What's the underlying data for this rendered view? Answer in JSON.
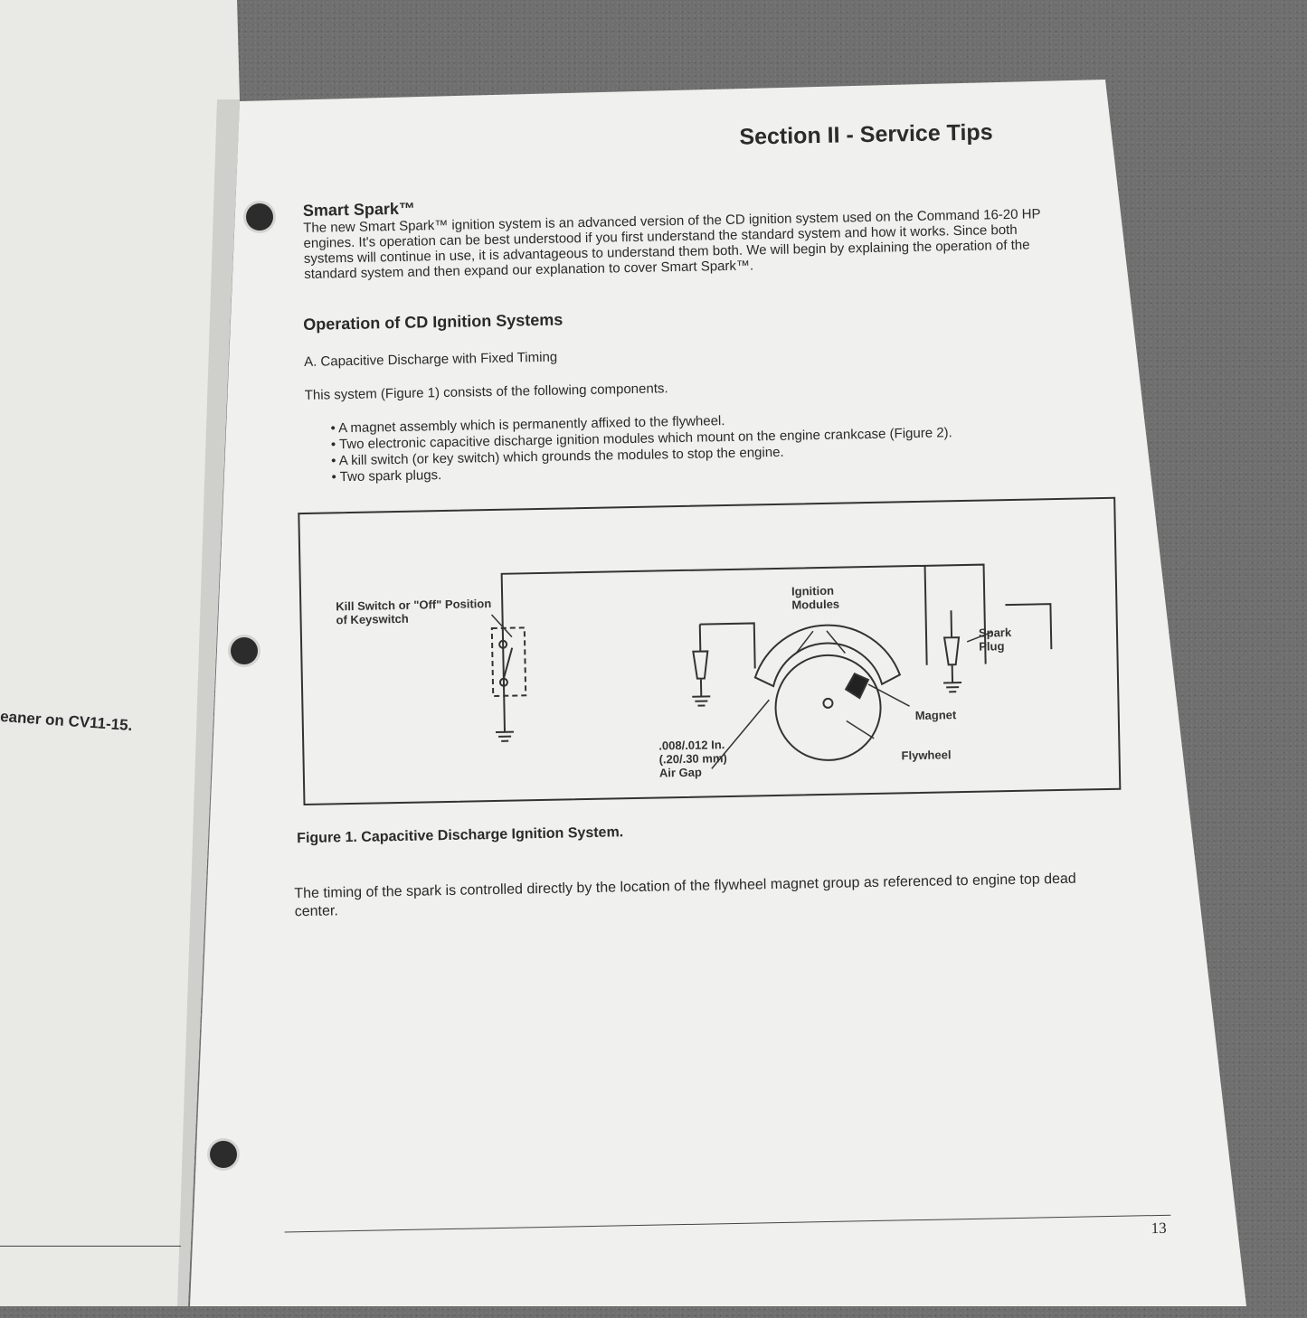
{
  "left_page": {
    "caption": "eaner on CV11-15."
  },
  "header": {
    "section_title": "Section II - Service Tips"
  },
  "smart_spark": {
    "heading": "Smart Spark™",
    "paragraph": "The new Smart Spark™ ignition system is an advanced version of the CD ignition system used on the Command 16-20 HP engines. It's operation can be best understood if you first understand the standard system and how it works. Since both systems will continue in use, it is advantageous to understand them both. We will begin by explaining the operation of the standard system and then expand our explanation to cover Smart Spark™."
  },
  "operation": {
    "heading": "Operation of CD Ignition Systems",
    "subheading": "A.  Capacitive Discharge with Fixed Timing",
    "intro": "This system (Figure 1) consists of the following components.",
    "bullets": [
      "A magnet assembly which is permanently affixed to the flywheel.",
      "Two electronic capacitive discharge ignition modules which mount on the engine crankcase (Figure 2).",
      "A kill switch (or key switch) which grounds the modules to stop the engine.",
      "Two spark plugs."
    ]
  },
  "figure": {
    "labels": {
      "kill_switch": "Kill Switch or \"Off\" Position of Keyswitch",
      "ignition_modules": "Ignition Modules",
      "spark_plug": "Spark Plug",
      "magnet": "Magnet",
      "flywheel": "Flywheel",
      "air_gap_in": ".008/.012 In.",
      "air_gap_mm": "(.20/.30 mm)",
      "air_gap": "Air Gap"
    },
    "caption": "Figure 1.  Capacitive Discharge Ignition System."
  },
  "timing_paragraph": "The timing of the spark is controlled directly by the location of the flywheel magnet group as referenced to engine top dead center.",
  "footer": {
    "page_number": "13"
  }
}
